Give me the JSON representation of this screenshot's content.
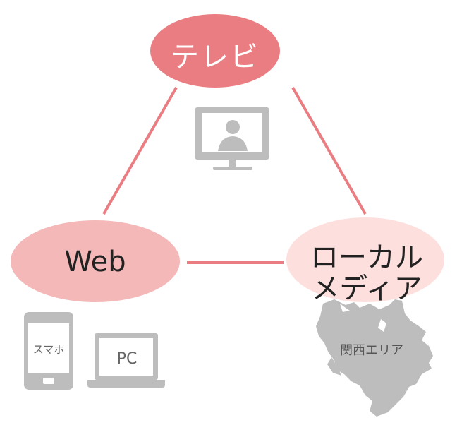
{
  "diagram": {
    "nodes": {
      "tv": {
        "label": "テレビ",
        "fill": "#ea7d82"
      },
      "web": {
        "label": "Web",
        "fill": "#f4b8b8"
      },
      "local": {
        "label_line1": "ローカル",
        "label_line2": "メディア",
        "fill": "#fde0de"
      }
    },
    "connector_color": "#ea7d82",
    "icon_color": "#bdbdbd",
    "icons": {
      "tv": "monitor-person-icon",
      "phone": "smartphone-icon",
      "pc": "laptop-icon",
      "area": "kansai-map-icon"
    },
    "icon_labels": {
      "phone": "スマホ",
      "pc": "PC",
      "area": "関西エリア"
    }
  }
}
